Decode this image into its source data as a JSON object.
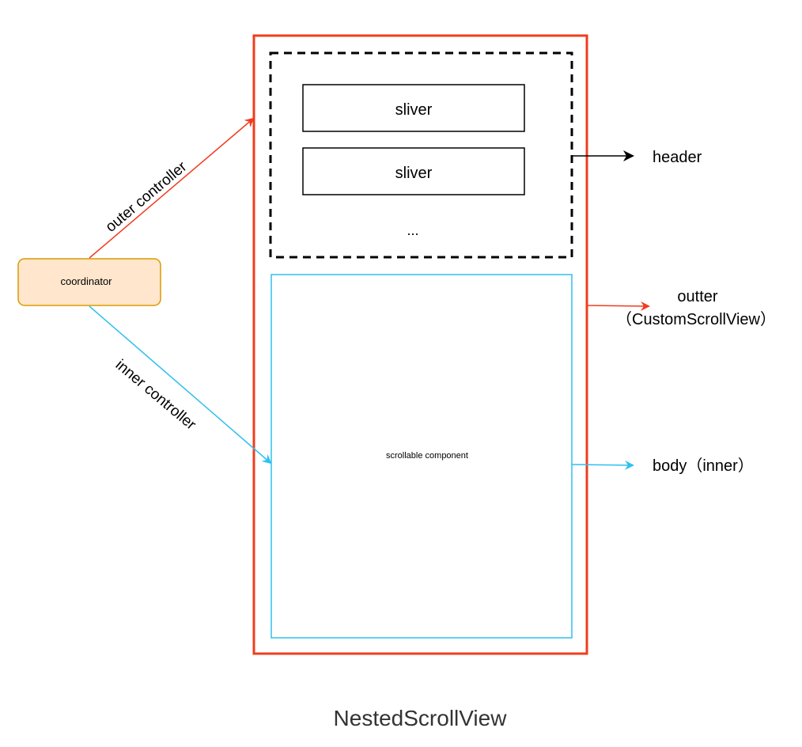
{
  "diagram": {
    "title": "NestedScrollView",
    "coordinator": {
      "label": "coordinator"
    },
    "slivers": [
      {
        "label": "sliver"
      },
      {
        "label": "sliver"
      }
    ],
    "ellipsis": "...",
    "body_box": {
      "label": "scrollable component"
    },
    "edges": {
      "outer_controller": "outer controller",
      "inner_controller": "inner controller"
    },
    "callouts": {
      "header": "header",
      "outter_line1": "outter",
      "outter_line2": "（CustomScrollView）",
      "body": "body（inner）"
    },
    "colors": {
      "outer": "#f03c1e",
      "inner": "#2ec0f0",
      "header": "#000000",
      "coordinator_fill": "#ffe6cc",
      "coordinator_stroke": "#d79b00",
      "title": "#333333"
    }
  }
}
